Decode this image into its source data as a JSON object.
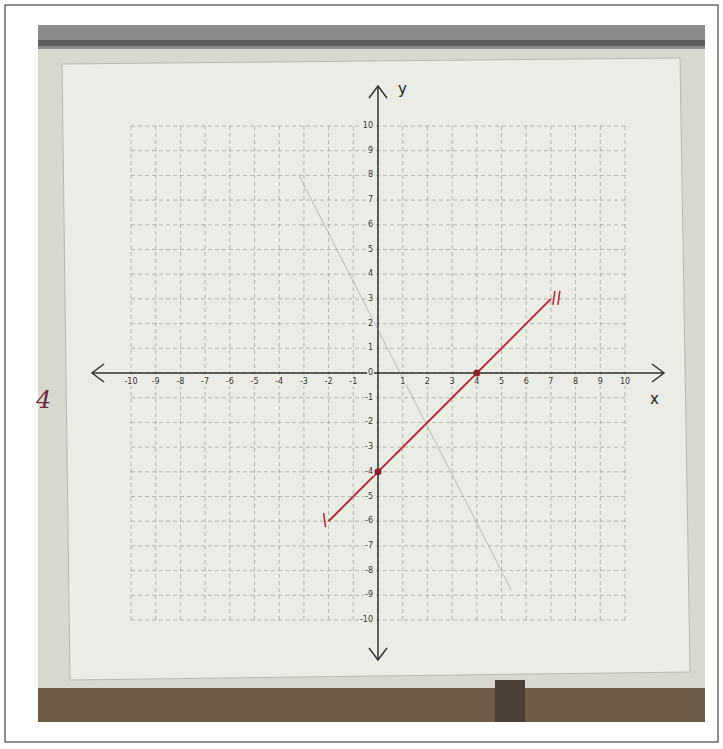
{
  "diagram": {
    "labels": [
      "y",
      "x",
      "-10",
      "-9",
      "-8",
      "-7",
      "-6",
      "-5",
      "-4",
      "-3",
      "-2",
      "-1",
      "1",
      "2",
      "3",
      "4",
      "5",
      "6",
      "7",
      "8",
      "9",
      "10",
      "10",
      "9",
      "8",
      "7",
      "6",
      "5",
      "4",
      "3",
      "2",
      "1",
      "0",
      "-1",
      "-2",
      "-3",
      "-4",
      "-5",
      "-6",
      "-7",
      "-8",
      "-9",
      "-10",
      "4"
    ]
  }
}
